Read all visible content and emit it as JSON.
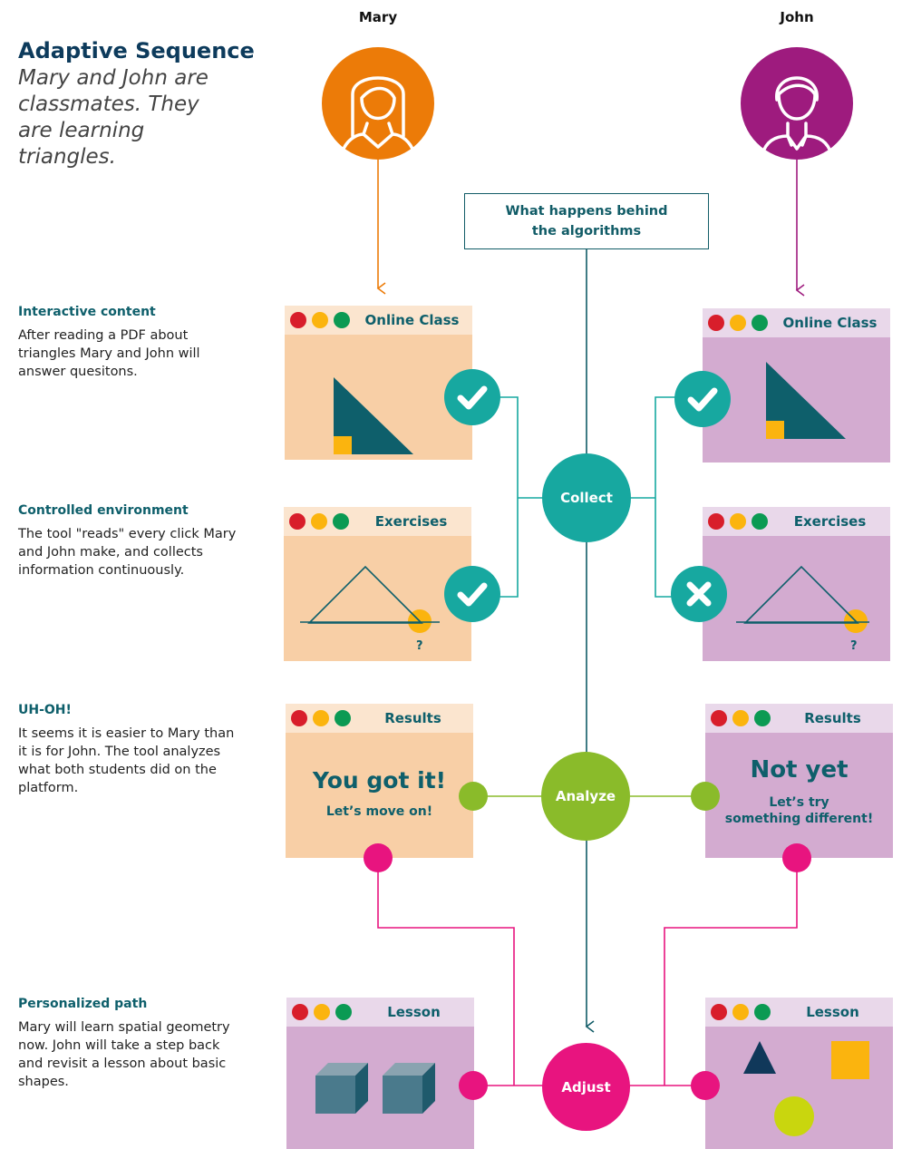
{
  "header": {
    "title": "Adaptive Sequence",
    "subtitle": "Mary and John are classmates. They are learning triangles."
  },
  "people": {
    "mary": {
      "name": "Mary",
      "color": "#ec7b08"
    },
    "john": {
      "name": "John",
      "color": "#9e1b7e"
    }
  },
  "behind_box": {
    "text": "What happens behind the algorithms"
  },
  "steps": [
    {
      "heading": "Interactive content",
      "body": "After reading a PDF about triangles Mary and John will answer quesitons."
    },
    {
      "heading": "Controlled environment",
      "body": "The tool \"reads\" every click Mary and John make, and collects information continuously."
    },
    {
      "heading": "UH-OH!",
      "body": "It seems it is easier to Mary than it is for John. The tool analyzes what both students did on the platform."
    },
    {
      "heading": "Personalized path",
      "body": "Mary will learn spatial geometry now. John will take a step back and revisit a lesson about basic shapes."
    }
  ],
  "hubs": {
    "collect": "Collect",
    "analyze": "Analyze",
    "adjust": "Adjust"
  },
  "windows": {
    "mary_online": "Online Class",
    "mary_exercises": "Exercises",
    "mary_results": "Results",
    "mary_lesson": "Lesson",
    "john_online": "Online Class",
    "john_exercises": "Exercises",
    "john_results": "Results",
    "john_lesson": "Lesson"
  },
  "exercise_marker": "?",
  "results": {
    "mary_big": "You got it!",
    "mary_small": "Let’s move on!",
    "john_big": "Not yet",
    "john_small_1": "Let’s try",
    "john_small_2": "something different!"
  },
  "colors": {
    "teal_dark": "#0e5f6b",
    "teal": "#17a8a0",
    "green": "#8abb2a",
    "magenta": "#e8147f",
    "orange_panel": "#f8cfa6",
    "purple_panel": "#d3abd0",
    "dot_red": "#d81e2b",
    "dot_yellow": "#fbb40e",
    "dot_green": "#0b9a53"
  },
  "icons": [
    "user-female-icon",
    "user-male-icon",
    "check-icon",
    "x-icon",
    "triangle-icon",
    "cube-icon",
    "square-icon",
    "circle-icon"
  ]
}
